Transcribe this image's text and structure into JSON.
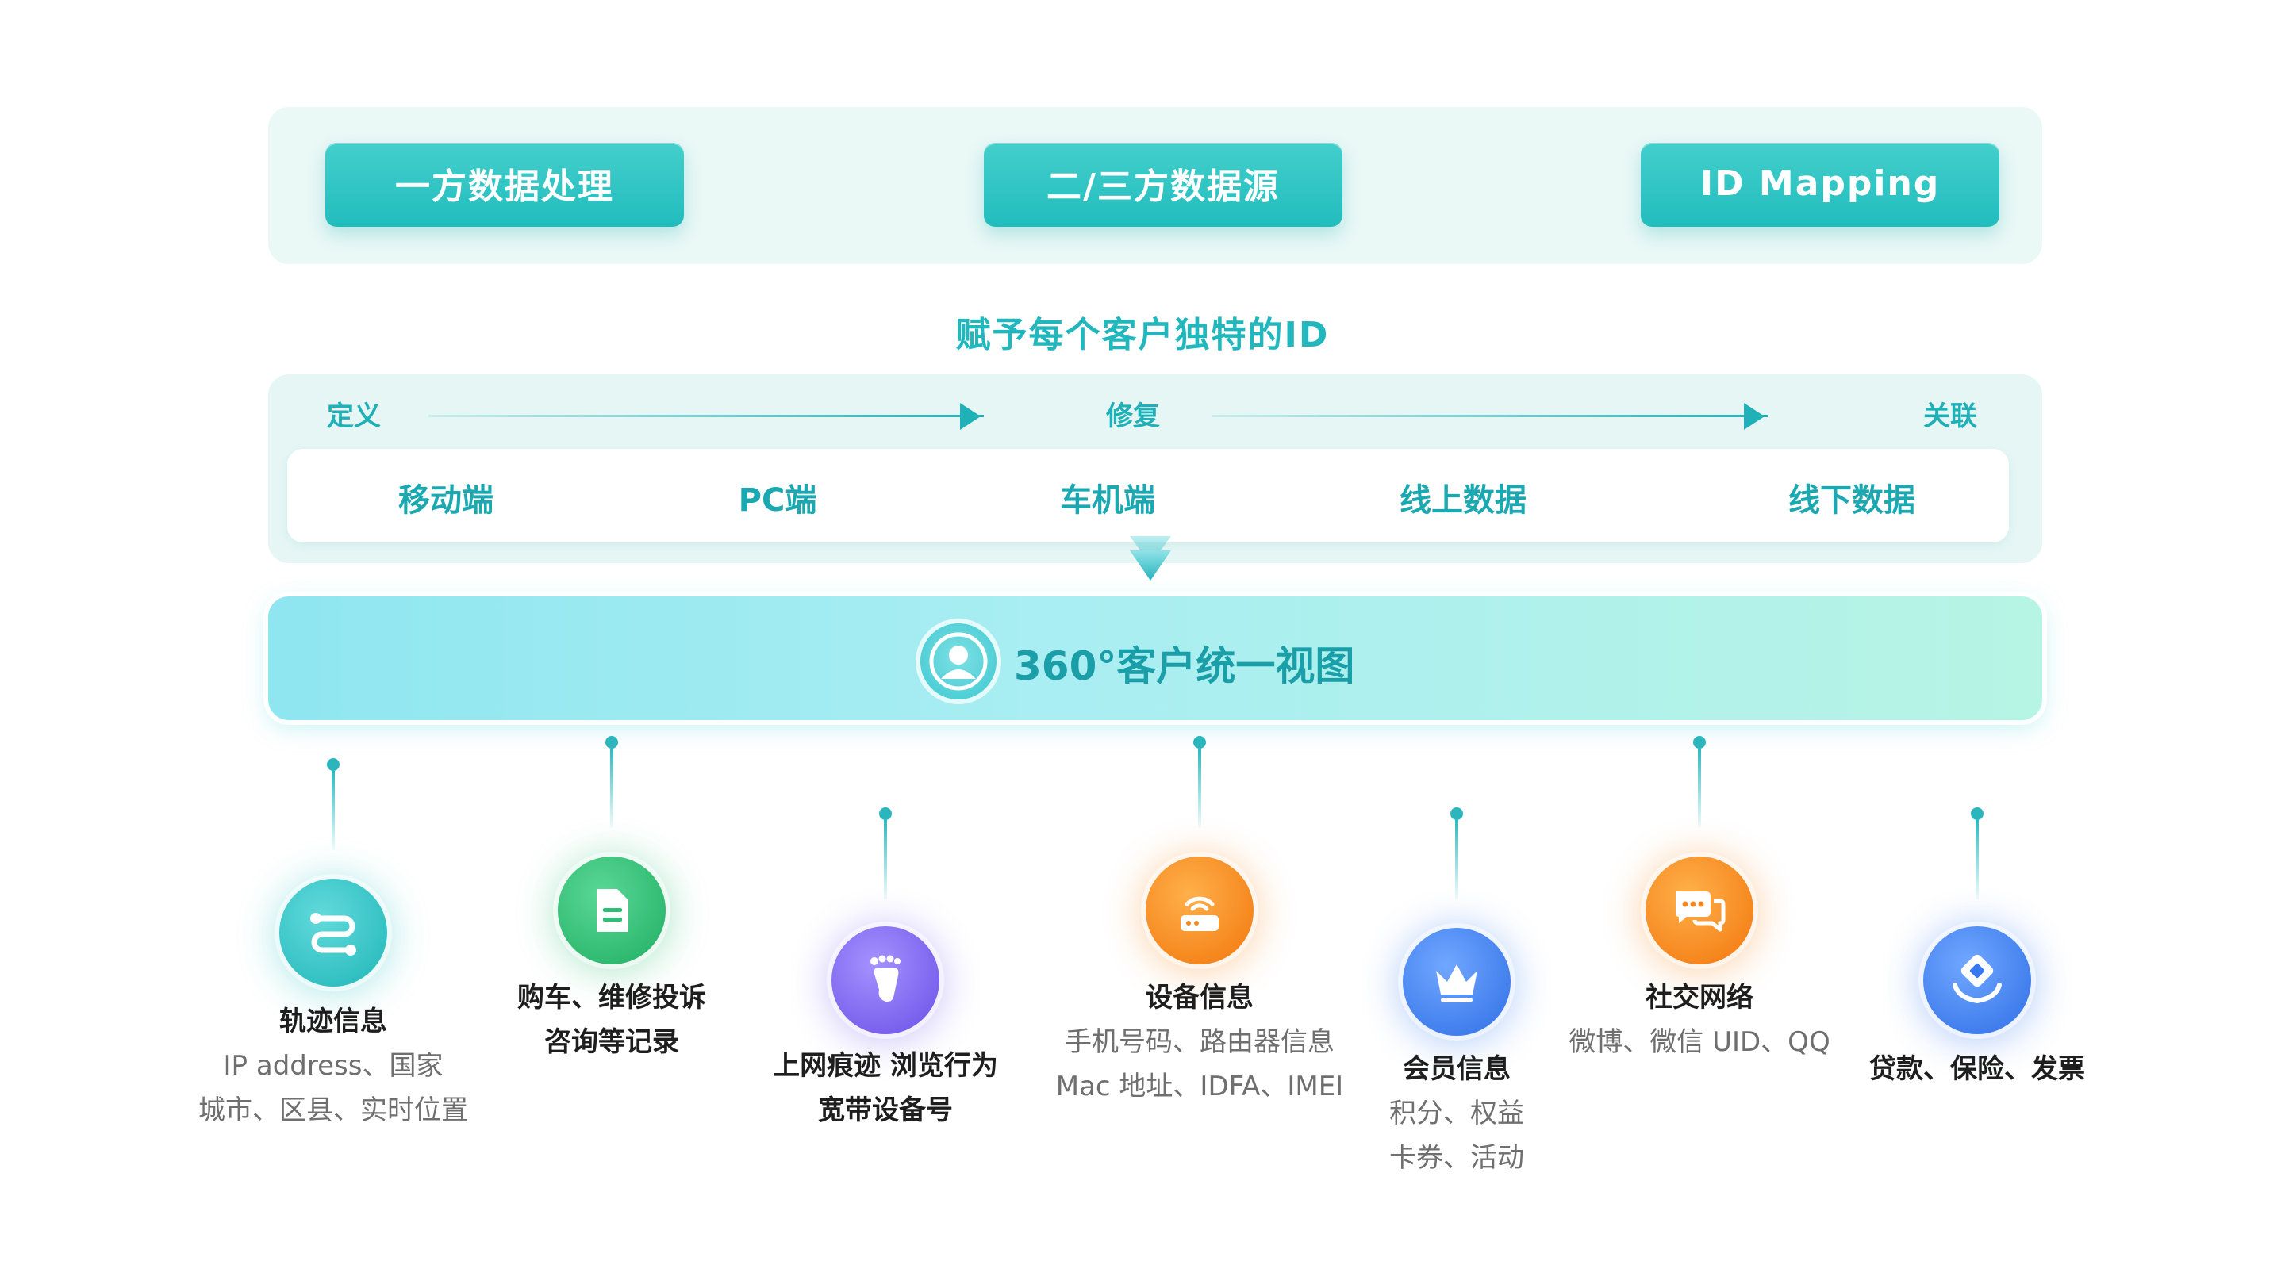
{
  "sources": [
    {
      "label": "一方数据处理"
    },
    {
      "label": "二/三方数据源"
    },
    {
      "label": "ID Mapping"
    }
  ],
  "subtitle": "赋予每个客户独特的ID",
  "stages": [
    "定义",
    "修复",
    "关联"
  ],
  "channels": [
    "移动端",
    "PC端",
    "车机端",
    "线上数据",
    "线下数据"
  ],
  "view": {
    "title": "360°客户统一视图",
    "icon": "user-circle-icon"
  },
  "categories": [
    {
      "title": "轨迹信息",
      "lines": [
        "IP address、国家",
        "城市、区县、实时位置"
      ],
      "icon": "route-icon",
      "color": "#2fc3c4"
    },
    {
      "title_lines": [
        "购车、维修投诉",
        "咨询等记录"
      ],
      "icon": "document-icon",
      "color": "#2fbe76"
    },
    {
      "title_lines": [
        "上网痕迹  浏览行为",
        "宽带设备号"
      ],
      "icon": "footprint-icon",
      "color": "#7a63ee"
    },
    {
      "title": "设备信息",
      "lines": [
        "手机号码、路由器信息",
        "Mac 地址、IDFA、IMEI"
      ],
      "icon": "router-icon",
      "color": "#f78a1c"
    },
    {
      "title": "会员信息",
      "lines": [
        "积分、权益",
        "卡券、活动"
      ],
      "icon": "crown-icon",
      "color": "#3a7ff0"
    },
    {
      "title": "社交网络",
      "lines": [
        "微博、微信 UID、QQ"
      ],
      "icon": "chat-icon",
      "color": "#f7871d"
    },
    {
      "title": "贷款、保险、发票",
      "icon": "finance-icon",
      "color": "#3578f0"
    }
  ],
  "colors": {
    "teal": "#22b7bd",
    "panel": "#eaf8f6"
  }
}
